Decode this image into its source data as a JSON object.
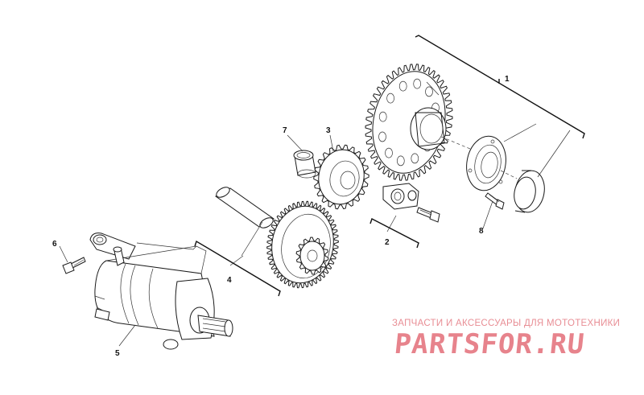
{
  "callouts": {
    "c1": "1",
    "c2": "2",
    "c3": "3",
    "c4": "4",
    "c5": "5",
    "c6": "6",
    "c7": "7",
    "c8": "8"
  },
  "watermark": {
    "tagline": "ЗАПЧАСТИ И АКСЕССУАРЫ ДЛЯ МОТОТЕХНИКИ",
    "brand": "PARTSFOR.RU",
    "color": "#e7838c"
  }
}
